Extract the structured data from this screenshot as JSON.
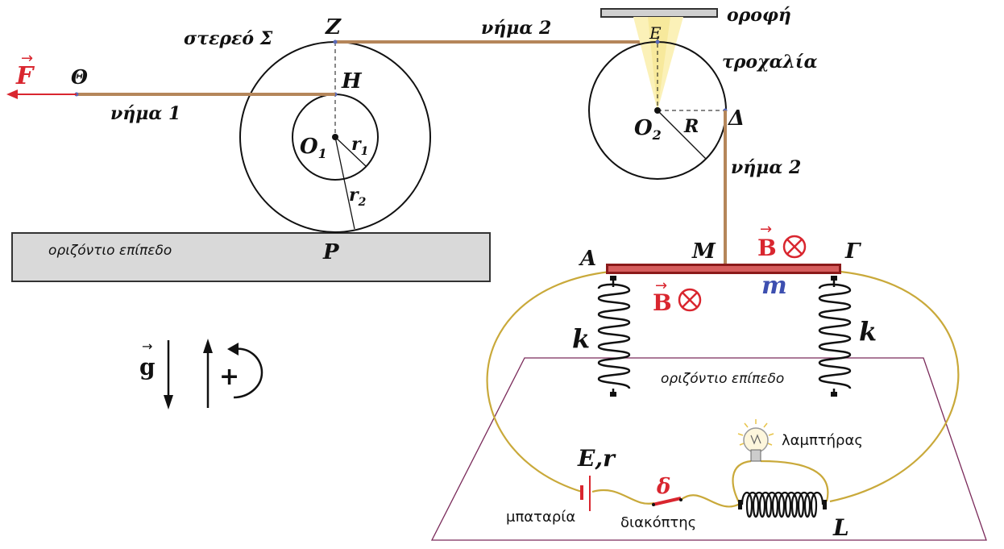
{
  "labels": {
    "solid": "στερεό Σ",
    "point_Z": "Z",
    "string2_top": "νήμα 2",
    "ceiling": "οροφή",
    "point_E": "E",
    "pulley": "τροχαλία",
    "force": "F",
    "point_Theta": "Θ",
    "point_H": "H",
    "string1": "νήμα 1",
    "center1": "O",
    "center1_sub": "1",
    "r1": "r",
    "r1_sub": "1",
    "r2": "r",
    "r2_sub": "2",
    "center2": "O",
    "center2_sub": "2",
    "radius_R": "R",
    "point_Delta": "Δ",
    "string2_vertical": "νήμα 2",
    "floor_left": "οριζόντιο επίπεδο",
    "point_P": "P",
    "point_A": "A",
    "point_M": "M",
    "field_B_top": "B",
    "point_Gamma": "Γ",
    "field_B_mid": "B",
    "mass": "m",
    "spring_left": "k",
    "spring_right": "k",
    "gravity": "g",
    "plus": "+",
    "floor_right": "οριζόντιο επίπεδο",
    "lamp": "λαμπτήρας",
    "emf": "E,r",
    "switch_symbol": "δ",
    "battery": "μπαταρία",
    "switch": "διακόπτης",
    "inductor": "L"
  },
  "colors": {
    "string": "#b5865a",
    "wire": "#c9a93a",
    "rod": "#8b1a1a",
    "vector_red": "#d9262f",
    "mass_blue": "#3d4fb0",
    "plane_outline": "#7a2a5a",
    "floor_fill": "#d9d9d9",
    "ceiling_fill": "#d0d0d0",
    "light_cone": "#fbf1b8"
  }
}
